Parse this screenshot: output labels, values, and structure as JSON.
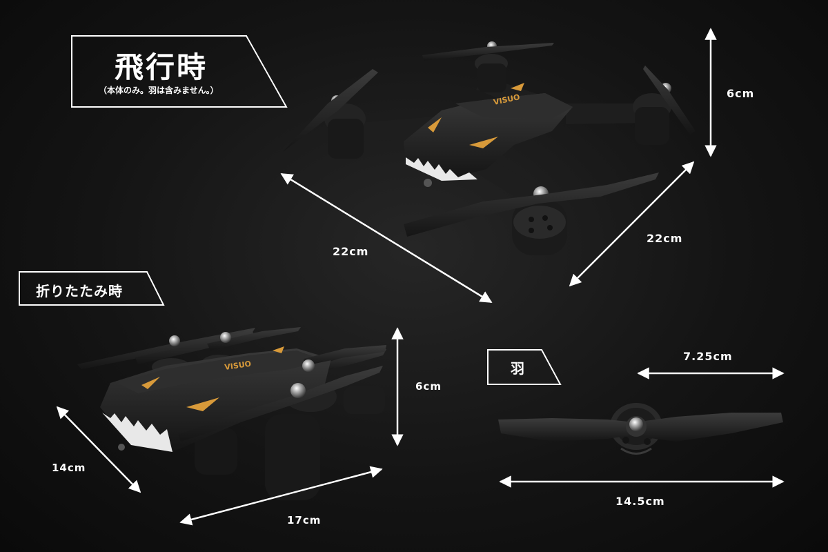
{
  "flight": {
    "title": "飛行時",
    "subtitle": "（本体のみ。羽は含みません。）",
    "width_label": "22cm",
    "depth_label": "22cm",
    "height_label": "6cm"
  },
  "folded": {
    "title": "折りたたみ時",
    "width_label": "14cm",
    "length_label": "17cm",
    "height_label": "6cm"
  },
  "propeller": {
    "title": "羽",
    "half_label": "7.25cm",
    "full_label": "14.5cm"
  },
  "drone": {
    "logo": "VISUO"
  },
  "colors": {
    "background": "#141414",
    "body": "#1c1c1c",
    "accent": "#d89a3a",
    "line": "#ffffff"
  }
}
